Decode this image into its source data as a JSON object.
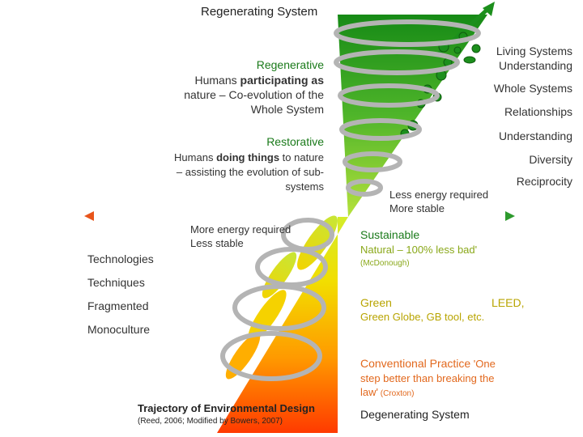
{
  "header": {
    "title": "Regenerating System"
  },
  "left": {
    "regenerative": {
      "heading": "Regenerative",
      "line1_a": "Humans ",
      "line1_b": "participating as",
      "line2": "nature – Co-evolution of the",
      "line3": "Whole System"
    },
    "restorative": {
      "heading": "Restorative",
      "line1_a": "Humans ",
      "line1_b": "doing things",
      "line1_c": " to nature",
      "line2": "– assisting the evolution of sub-",
      "line3": "systems"
    },
    "more_energy": "More energy required",
    "less_stable": "Less stable",
    "list": [
      "Technologies",
      "Techniques",
      "Fragmented",
      "Monoculture"
    ]
  },
  "right": {
    "living_1": "Living Systems",
    "living_2": "Understanding",
    "whole_systems": "Whole Systems",
    "relationships": "Relationships",
    "understanding": "Understanding",
    "diversity": "Diversity",
    "reciprocity": "Reciprocity",
    "less_energy": "Less energy required",
    "more_stable": "More stable",
    "sustainable": {
      "heading": "Sustainable",
      "line1": "Natural – 100% less bad'",
      "line2": "(McDonough)"
    },
    "green": {
      "heading": "Green",
      "leed": "LEED,",
      "line2": "Green Globe, GB tool, etc."
    },
    "conventional": {
      "heading": "Conventional Practice",
      "one": " 'One",
      "line2": "step better than breaking the",
      "line3": "law'",
      "croxton": " (Croxton)"
    },
    "degenerating": "Degenerating System"
  },
  "footer": {
    "trajectory": "Trajectory of Environmental Design",
    "credit": "(Reed, 2006; Modified by Bowers, 2007)"
  },
  "colors": {
    "green_dark": "#1c8f1c",
    "green_light": "#9bd23a",
    "yellow": "#f0d800",
    "orange": "#ff8a00",
    "red": "#ff3300",
    "axis_orange": "#e8551b",
    "axis_green": "#2e9a2e"
  }
}
